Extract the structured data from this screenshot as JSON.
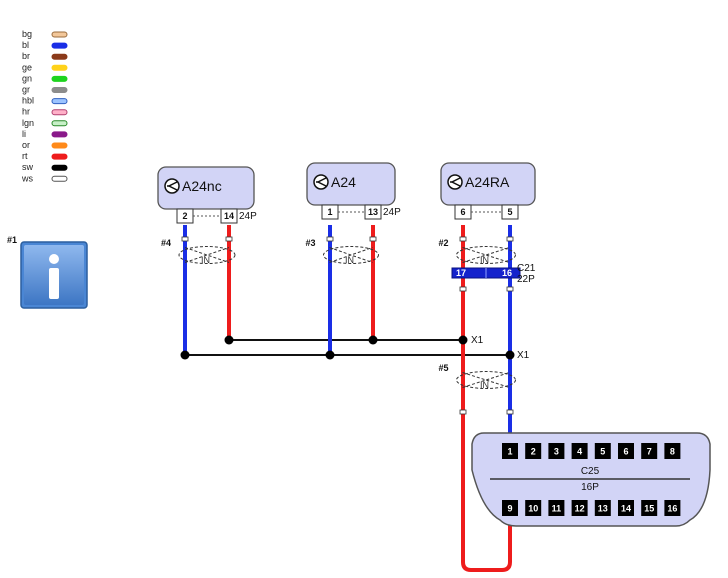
{
  "legend": [
    {
      "code": "bg",
      "color": "#f2c79a",
      "border": "#9a6b3c"
    },
    {
      "code": "bl",
      "color": "#1a2ee6",
      "border": "#1a2ee6"
    },
    {
      "code": "br",
      "color": "#8b3a1a",
      "border": "#8b3a1a"
    },
    {
      "code": "ge",
      "color": "#ffd21a",
      "border": "#ffd21a"
    },
    {
      "code": "gn",
      "color": "#1ed41e",
      "border": "#1ed41e"
    },
    {
      "code": "gr",
      "color": "#8c8c8c",
      "border": "#8c8c8c"
    },
    {
      "code": "hbl",
      "color": "#9cc4ff",
      "border": "#3060c0"
    },
    {
      "code": "hr",
      "color": "#ffb0c8",
      "border": "#b04070"
    },
    {
      "code": "lgn",
      "color": "#c8f0c8",
      "border": "#2a8a2a"
    },
    {
      "code": "li",
      "color": "#8a1a8a",
      "border": "#8a1a8a"
    },
    {
      "code": "or",
      "color": "#ff8a1a",
      "border": "#ff8a1a"
    },
    {
      "code": "rt",
      "color": "#ee1c1c",
      "border": "#ee1c1c"
    },
    {
      "code": "sw",
      "color": "#000000",
      "border": "#000000"
    },
    {
      "code": "ws",
      "color": "#ffffff",
      "border": "#555555"
    }
  ],
  "info": {
    "marker": "#1"
  },
  "components": [
    {
      "name": "A24nc",
      "pins": [
        "2",
        "14"
      ],
      "pin_count": "24P",
      "marker": "#4"
    },
    {
      "name": "A24",
      "pins": [
        "1",
        "13"
      ],
      "pin_count": "24P",
      "marker": "#3"
    },
    {
      "name": "A24RA",
      "pins": [
        "6",
        "5"
      ],
      "pin_count": "",
      "marker": "#2"
    }
  ],
  "twist_label": "IN",
  "inline_connector": {
    "name": "C21",
    "pin_count": "22P",
    "pins": [
      "17",
      "16"
    ]
  },
  "splices": [
    "X1",
    "X1"
  ],
  "lower_twist_marker": "#5",
  "connector_c25": {
    "name": "C25",
    "pin_count": "16P",
    "top_pins": [
      "1",
      "2",
      "3",
      "4",
      "5",
      "6",
      "7",
      "8"
    ],
    "bottom_pins": [
      "9",
      "10",
      "11",
      "12",
      "13",
      "14",
      "15",
      "16"
    ]
  },
  "wire_colors": {
    "blue": "#1a2ee6",
    "red": "#ee1c1c",
    "black": "#000000",
    "ground": "#111111"
  }
}
